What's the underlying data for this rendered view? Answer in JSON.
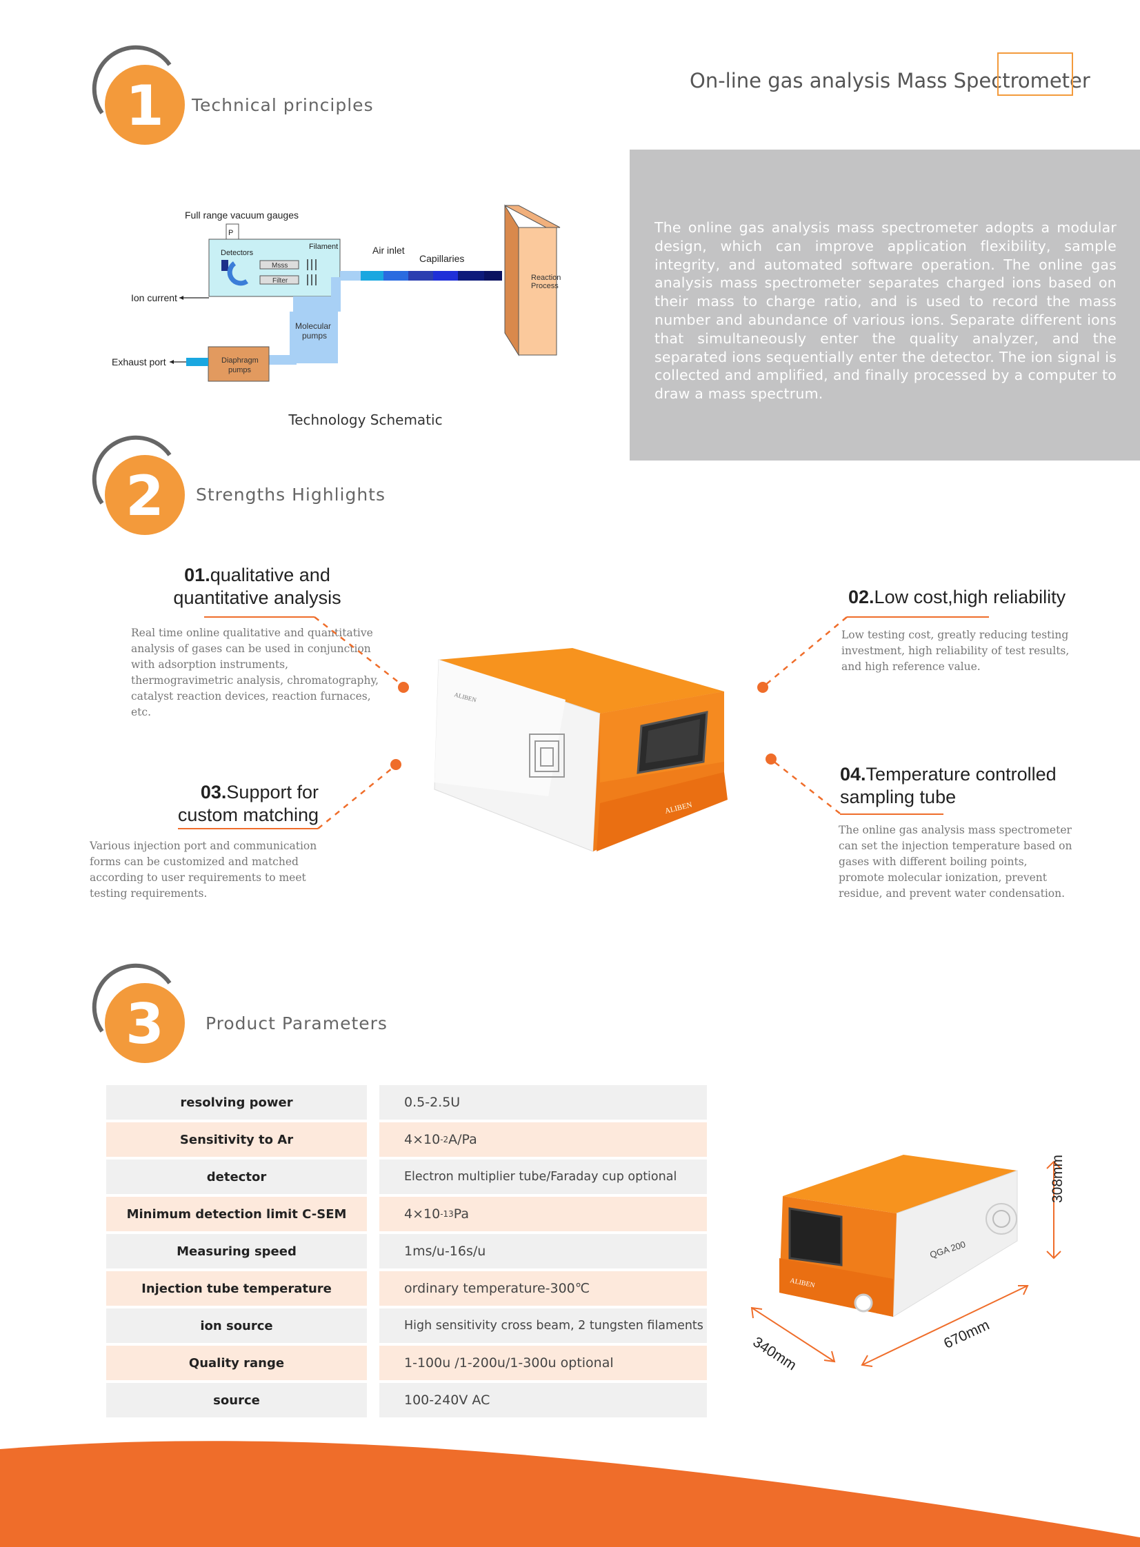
{
  "page_title": "On-line gas analysis Mass Spectrometer",
  "sections": [
    {
      "number": "1",
      "title": "Technical  principles"
    },
    {
      "number": "2",
      "title": "Strengths  Highlights"
    },
    {
      "number": "3",
      "title": "Product  Parameters"
    }
  ],
  "principle_text": "The online gas analysis mass spectrometer adopts a modular design, which can improve application flexibility, sample integrity, and automated software operation. The online gas analysis mass spectrometer separates charged ions based on their mass to charge ratio, and is used to record the mass number and abundance of various ions. Separate different ions that simultaneously enter the quality analyzer, and the separated ions sequentially enter the detector. The ion signal is collected and amplified, and finally processed by a computer to draw a mass spectrum.",
  "schematic": {
    "caption": "Technology Schematic",
    "labels": {
      "vacuum_gauges": "Full range vacuum gauges",
      "p": "P",
      "detectors": "Detectors",
      "filament": "Filament",
      "mass": "Msss",
      "filter": "Filter",
      "air_inlet": "Air inlet",
      "capillaries": "Capillaries",
      "reaction": "Reaction",
      "process": "Process",
      "ion_current": "Ion current",
      "molecular": "Molecular",
      "pumps": "pumps",
      "exhaust_port": "Exhaust port",
      "diaphragm": "Diaphragm",
      "diaphragm_pumps": "pumps"
    }
  },
  "highlights": [
    {
      "num": "01.",
      "title_line1": "qualitative and",
      "title_line2": "quantitative analysis",
      "desc": "Real time online qualitative and quantitative analysis of gases can be used in conjunction with adsorption instruments, thermogravimetric analysis, chromatography, catalyst reaction devices, reaction furnaces, etc."
    },
    {
      "num": "02.",
      "title_line1": "Low cost,high reliability",
      "desc": "Low testing cost, greatly reducing testing investment, high reliability of test results, and high reference value."
    },
    {
      "num": "03.",
      "title_line1": "Support for",
      "title_line2": "custom matching",
      "desc": "Various injection port and communication forms can be customized and matched according to user requirements to meet testing requirements."
    },
    {
      "num": "04.",
      "title_line1": "Temperature controlled",
      "title_line2": "sampling tube",
      "desc": "The online gas analysis mass spectrometer can set the injection temperature based on gases with different boiling points, promote molecular ionization, prevent residue, and prevent water condensation."
    }
  ],
  "product_brand": "ALIBEN",
  "product_model": "QGA 200",
  "parameters": [
    {
      "name": "resolving power",
      "value": "0.5-2.5U"
    },
    {
      "name": "Sensitivity to Ar",
      "value": "4×10",
      "sup": "-2",
      "suffix": "A/Pa"
    },
    {
      "name": "detector",
      "value": "Electron multiplier tube/Faraday cup optional"
    },
    {
      "name": "Minimum detection limit C-SEM",
      "value": "4×10",
      "sup": "-13",
      "suffix": "Pa"
    },
    {
      "name": "Measuring speed",
      "value": "1ms/u-16s/u"
    },
    {
      "name": "Injection tube temperature",
      "value": "ordinary temperature-300℃"
    },
    {
      "name": "ion source",
      "value": "High sensitivity cross beam, 2 tungsten filaments"
    },
    {
      "name": "Quality range",
      "value": "1-100u /1-200u/1-300u optional"
    },
    {
      "name": "source",
      "value": "100-240V AC"
    }
  ],
  "dimensions": {
    "height": "308mm",
    "depth": "340mm",
    "width": "670mm"
  },
  "colors": {
    "accent": "#f39a3b",
    "orange": "#ef6d2a",
    "grey_box": "#c3c3c4"
  }
}
